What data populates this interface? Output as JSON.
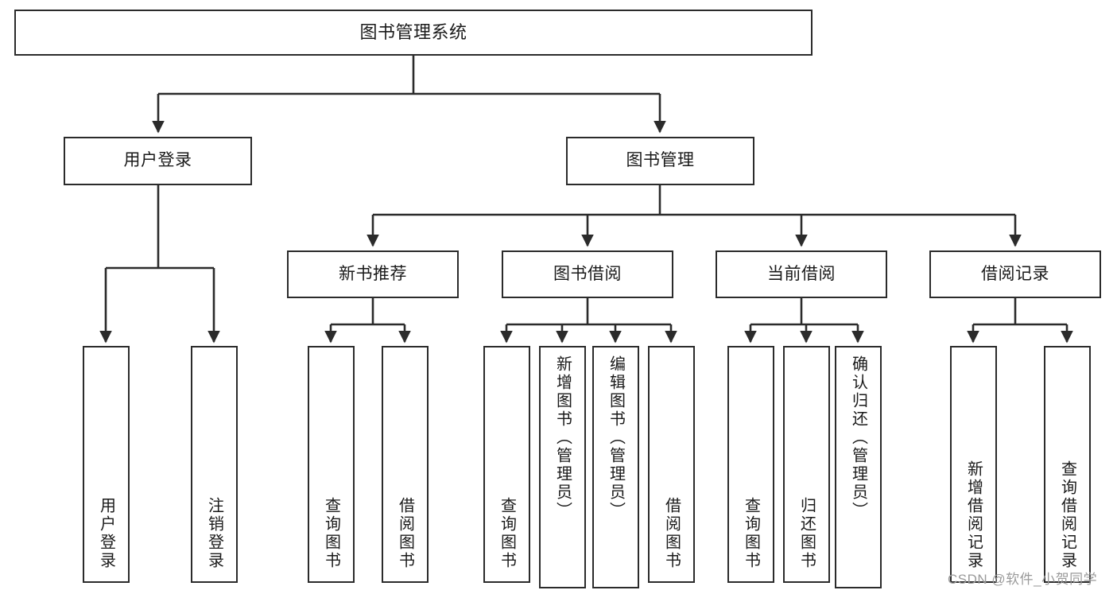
{
  "diagram": {
    "title": "图书管理系统",
    "type": "tree",
    "orientation": "top-down",
    "colors": {
      "stroke": "#2b2b2b",
      "fill": "#ffffff",
      "text": "#1a1a1a",
      "watermark": "#9a9a9a",
      "background": "#ffffff"
    },
    "watermark": "CSDN @软件_小贺同学"
  },
  "nodes": {
    "root": {
      "label": "图书管理系统",
      "level": 1
    },
    "level2": [
      {
        "id": "user-login",
        "label": "用户登录"
      },
      {
        "id": "book-manage",
        "label": "图书管理"
      }
    ],
    "level3": [
      {
        "id": "new-book-recommend",
        "label": "新书推荐"
      },
      {
        "id": "book-borrow",
        "label": "图书借阅"
      },
      {
        "id": "current-borrow",
        "label": "当前借阅"
      },
      {
        "id": "borrow-record",
        "label": "借阅记录"
      }
    ],
    "leaves": {
      "user-login": [
        {
          "id": "leaf-user-login",
          "label": "用户登录"
        },
        {
          "id": "leaf-logout-login",
          "label": "注销登录"
        }
      ],
      "new-book-recommend": [
        {
          "id": "leaf-query-book-1",
          "label": "查询图书"
        },
        {
          "id": "leaf-borrow-book-1",
          "label": "借阅图书"
        }
      ],
      "book-borrow": [
        {
          "id": "leaf-query-book-2",
          "label": "查询图书"
        },
        {
          "id": "leaf-add-book",
          "label": "新增图书（管理员）"
        },
        {
          "id": "leaf-edit-book",
          "label": "编辑图书（管理员）"
        },
        {
          "id": "leaf-borrow-book-2",
          "label": "借阅图书"
        }
      ],
      "current-borrow": [
        {
          "id": "leaf-query-book-3",
          "label": "查询图书"
        },
        {
          "id": "leaf-return-book",
          "label": "归还图书"
        },
        {
          "id": "leaf-confirm-return",
          "label": "确认归还（管理员）"
        }
      ],
      "borrow-record": [
        {
          "id": "leaf-add-record",
          "label": "新增借阅记录"
        },
        {
          "id": "leaf-query-record",
          "label": "查询借阅记录"
        }
      ]
    }
  },
  "edges": [
    {
      "from": "root",
      "to": "user-login"
    },
    {
      "from": "root",
      "to": "book-manage"
    },
    {
      "from": "user-login",
      "to": "leaf-user-login"
    },
    {
      "from": "user-login",
      "to": "leaf-logout-login"
    },
    {
      "from": "book-manage",
      "to": "new-book-recommend"
    },
    {
      "from": "book-manage",
      "to": "book-borrow"
    },
    {
      "from": "book-manage",
      "to": "current-borrow"
    },
    {
      "from": "book-manage",
      "to": "borrow-record"
    },
    {
      "from": "new-book-recommend",
      "to": "leaf-query-book-1"
    },
    {
      "from": "new-book-recommend",
      "to": "leaf-borrow-book-1"
    },
    {
      "from": "book-borrow",
      "to": "leaf-query-book-2"
    },
    {
      "from": "book-borrow",
      "to": "leaf-add-book"
    },
    {
      "from": "book-borrow",
      "to": "leaf-edit-book"
    },
    {
      "from": "book-borrow",
      "to": "leaf-borrow-book-2"
    },
    {
      "from": "current-borrow",
      "to": "leaf-query-book-3"
    },
    {
      "from": "current-borrow",
      "to": "leaf-return-book"
    },
    {
      "from": "current-borrow",
      "to": "leaf-confirm-return"
    },
    {
      "from": "borrow-record",
      "to": "leaf-add-record"
    },
    {
      "from": "borrow-record",
      "to": "leaf-query-record"
    }
  ]
}
